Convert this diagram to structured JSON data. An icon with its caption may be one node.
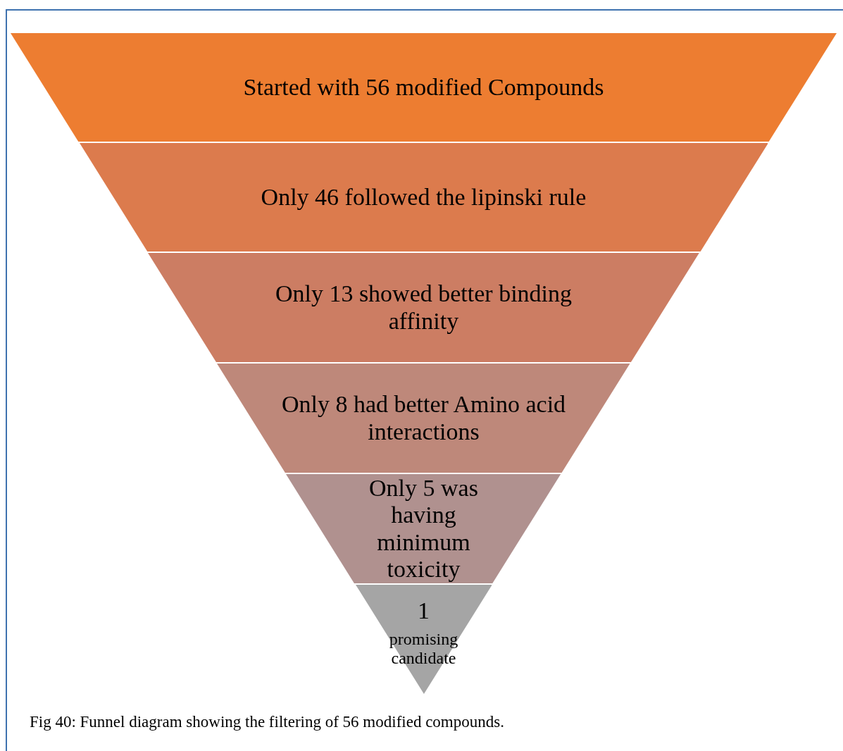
{
  "diagram": {
    "caption": "Fig 40: Funnel diagram showing the filtering of 56 modified compounds.",
    "nodes": [
      {
        "text": [
          "Started with 56 modified Compounds"
        ]
      },
      {
        "text": [
          "Only 46 followed the lipinski rule"
        ]
      },
      {
        "text": [
          "Only 13 showed better binding affinity"
        ]
      },
      {
        "text": [
          "Only 8 had better Amino acid interactions"
        ]
      },
      {
        "text": [
          "Only 5 was having minimum toxicity"
        ]
      },
      {
        "text": [
          "1",
          "promising candidate"
        ]
      }
    ]
  }
}
